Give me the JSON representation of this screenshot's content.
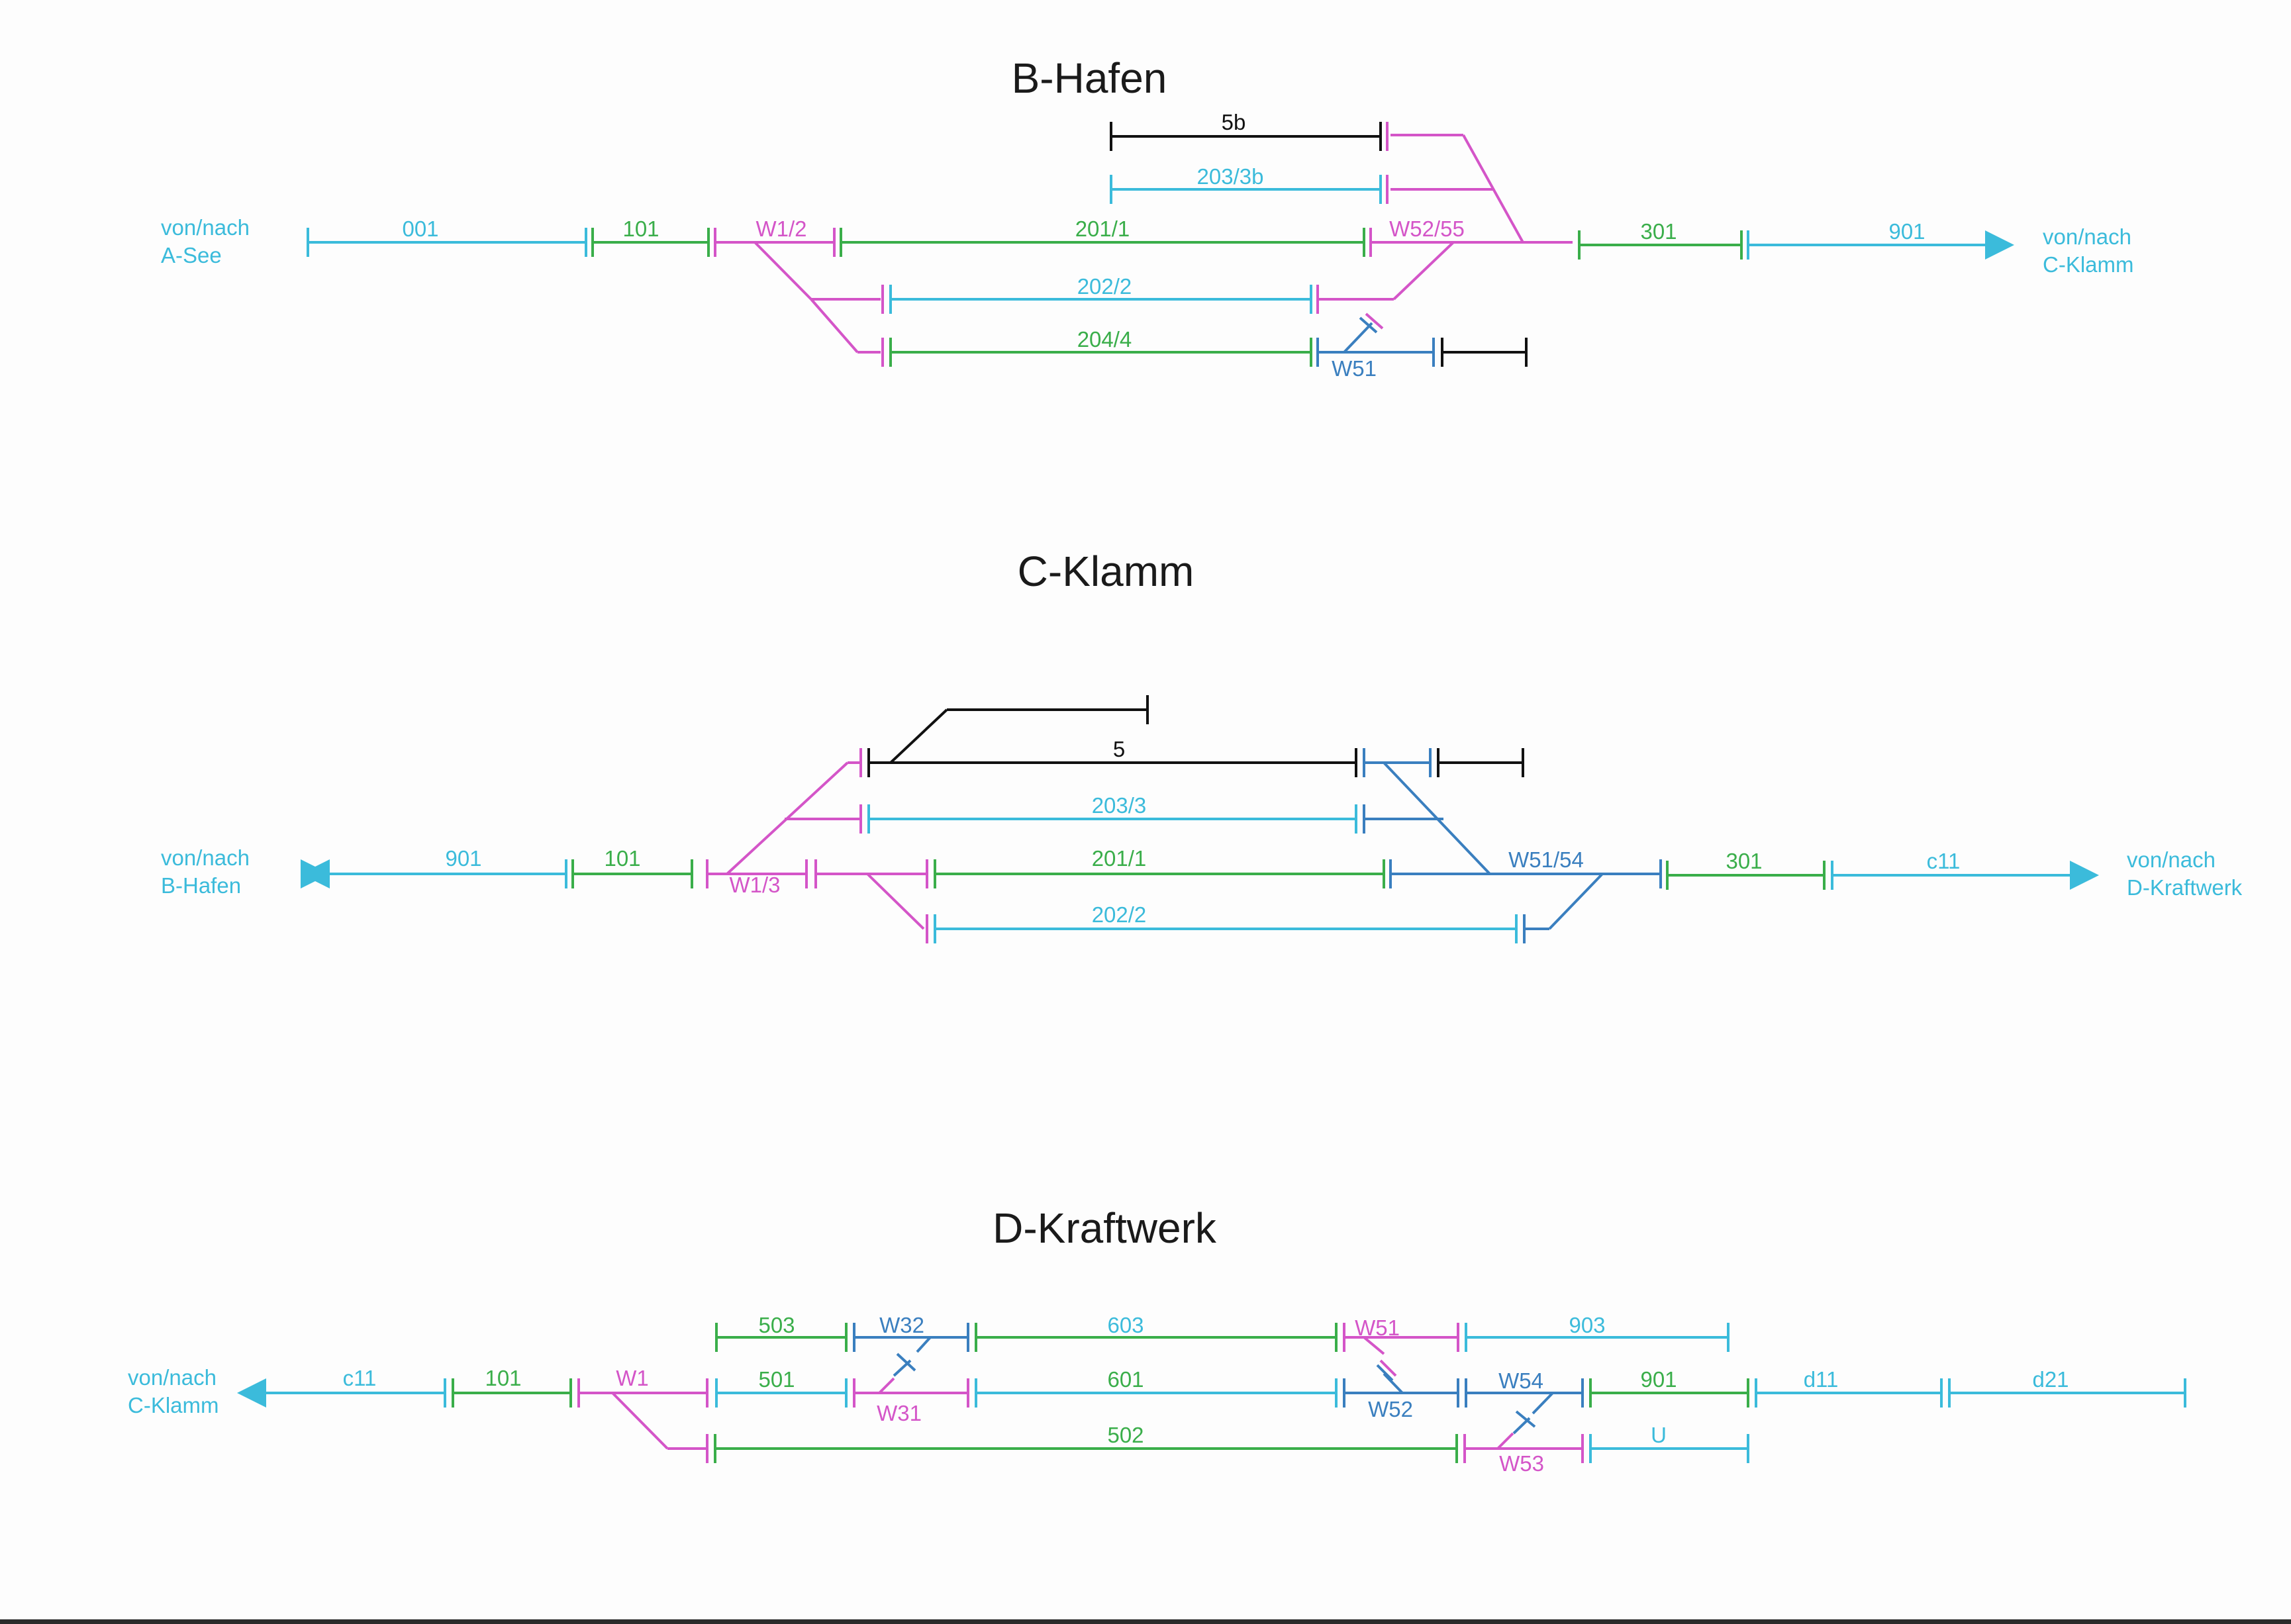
{
  "colors": {
    "cyan": "#3bbbdb",
    "green": "#3aae4a",
    "magenta": "#d455c8",
    "blue": "#3a7fbf",
    "black": "#111111"
  },
  "b_hafen": {
    "title": "B-Hafen",
    "left_endpoint": [
      "von/nach",
      "A-See"
    ],
    "right_endpoint": [
      "von/nach",
      "C-Klamm"
    ],
    "sections": {
      "s001": "001",
      "s101": "101",
      "w1_2": "W1/2",
      "s201_1": "201/1",
      "w52_55": "W52/55",
      "s301": "301",
      "s901": "901",
      "s5b": "5b",
      "s203_3b": "203/3b",
      "s202_2": "202/2",
      "s204_4": "204/4",
      "w51": "W51"
    }
  },
  "c_klamm": {
    "title": "C-Klamm",
    "left_endpoint": [
      "von/nach",
      "B-Hafen"
    ],
    "right_endpoint": [
      "von/nach",
      "D-Kraftwerk"
    ],
    "sections": {
      "s901": "901",
      "s101": "101",
      "w1_3": "W1/3",
      "s5": "5",
      "s203_3": "203/3",
      "s201_1": "201/1",
      "w51_54": "W51/54",
      "s301": "301",
      "c11": "c11",
      "s202_2": "202/2"
    }
  },
  "d_kraftwerk": {
    "title": "D-Kraftwerk",
    "left_endpoint": [
      "von/nach",
      "C-Klamm"
    ],
    "sections": {
      "c11": "c11",
      "s101": "101",
      "w1": "W1",
      "s503": "503",
      "w32": "W32",
      "s603": "603",
      "w51": "W51",
      "s903": "903",
      "s501": "501",
      "w31": "W31",
      "s601": "601",
      "w52": "W52",
      "w54": "W54",
      "s901": "901",
      "d11": "d11",
      "d21": "d21",
      "s502": "502",
      "w53": "W53",
      "u": "U"
    }
  }
}
